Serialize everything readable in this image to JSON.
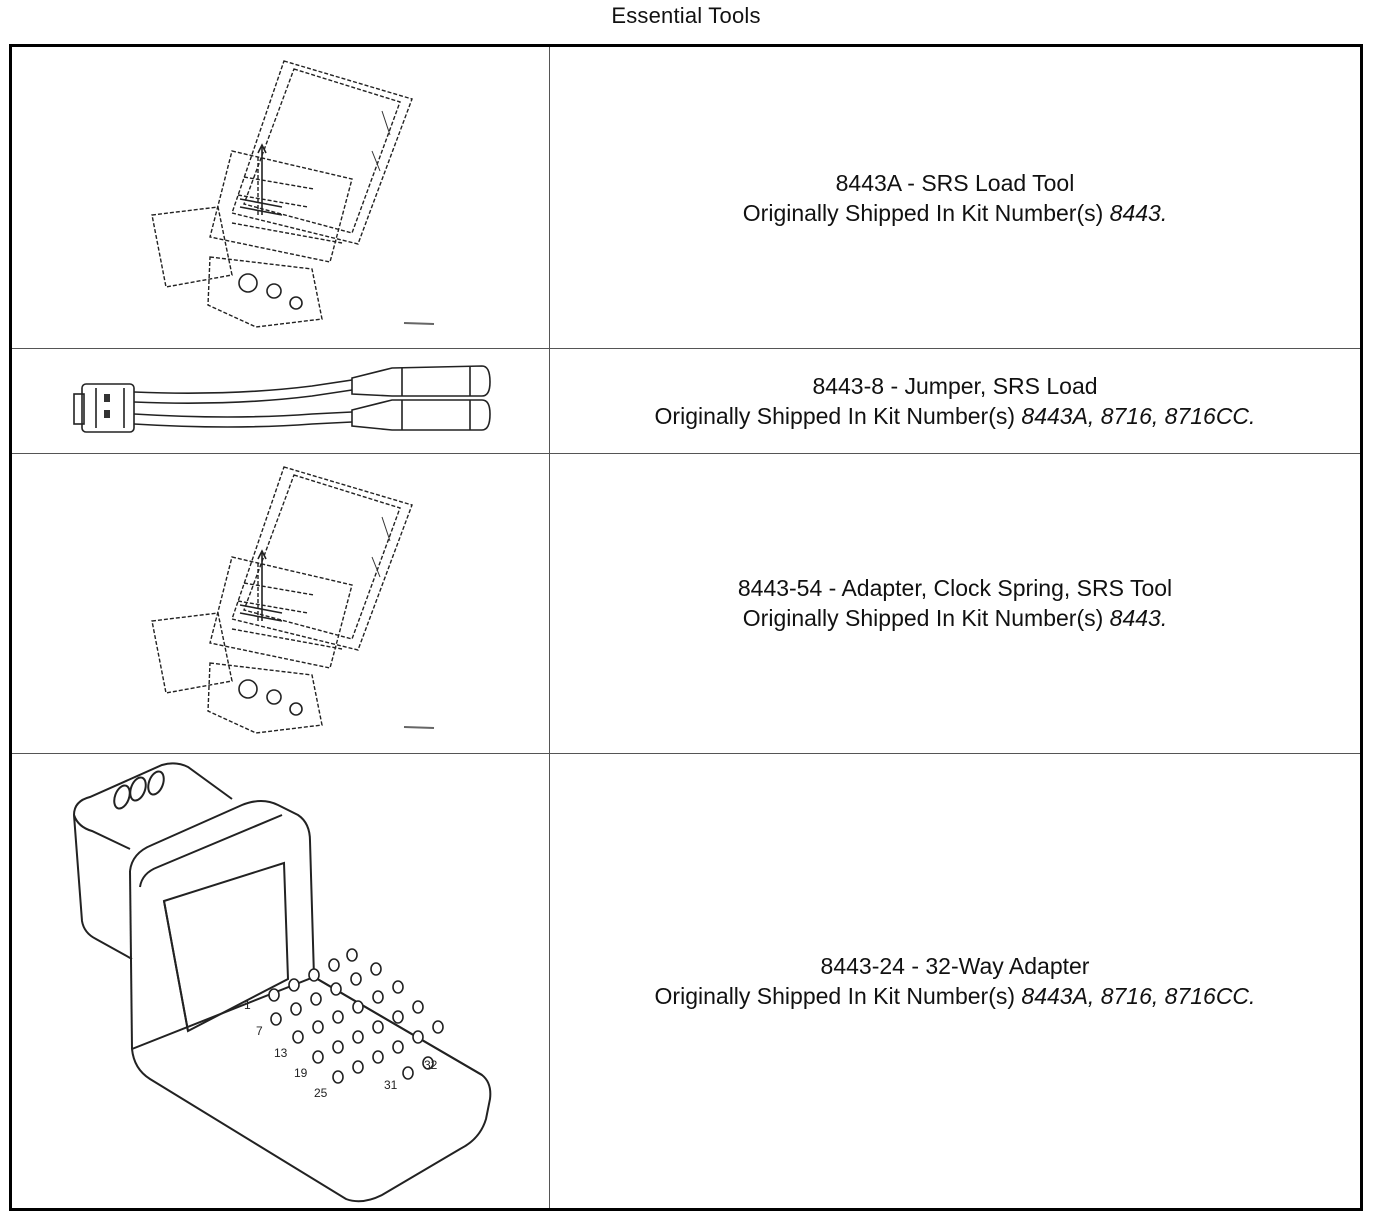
{
  "page": {
    "title": "Essential Tools"
  },
  "tools": [
    {
      "name": "8443A - SRS Load Tool",
      "kit_prefix": "Originally Shipped In Kit Number(s)",
      "kits": "8443."
    },
    {
      "name": "8443-8 - Jumper, SRS Load",
      "kit_prefix": "Originally Shipped In Kit Number(s)",
      "kits": "8443A, 8716, 8716CC."
    },
    {
      "name": "8443-54 - Adapter, Clock Spring, SRS Tool",
      "kit_prefix": "Originally Shipped In Kit Number(s)",
      "kits": "8443."
    },
    {
      "name": "8443-24 - 32-Way Adapter",
      "kit_prefix": "Originally Shipped In Kit Number(s)",
      "kits": "8443A, 8716, 8716CC."
    }
  ],
  "illustrations": {
    "load_tool": "srs-load-tool-illustration",
    "jumper": "srs-jumper-illustration",
    "adapter_32_way": "32-way-adapter-illustration",
    "adapter_pin_labels": [
      "1",
      "7",
      "13",
      "19",
      "25",
      "31",
      "32"
    ]
  }
}
